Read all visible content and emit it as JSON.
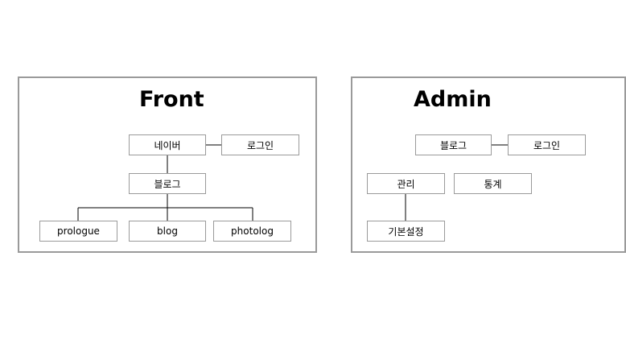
{
  "front": {
    "title": "Front",
    "nodes": {
      "naver": "네이버",
      "login": "로그인",
      "blog_root": "블로그",
      "prologue": "prologue",
      "blog": "blog",
      "photolog": "photolog"
    }
  },
  "admin": {
    "title": "Admin",
    "nodes": {
      "blog_root": "블로그",
      "login": "로그인",
      "manage": "관리",
      "stats": "통계",
      "basic_settings": "기본설정"
    }
  },
  "colors": {
    "panel_border": "#9a9a9a",
    "node_border": "#9a9a9a",
    "connector": "#000000"
  }
}
